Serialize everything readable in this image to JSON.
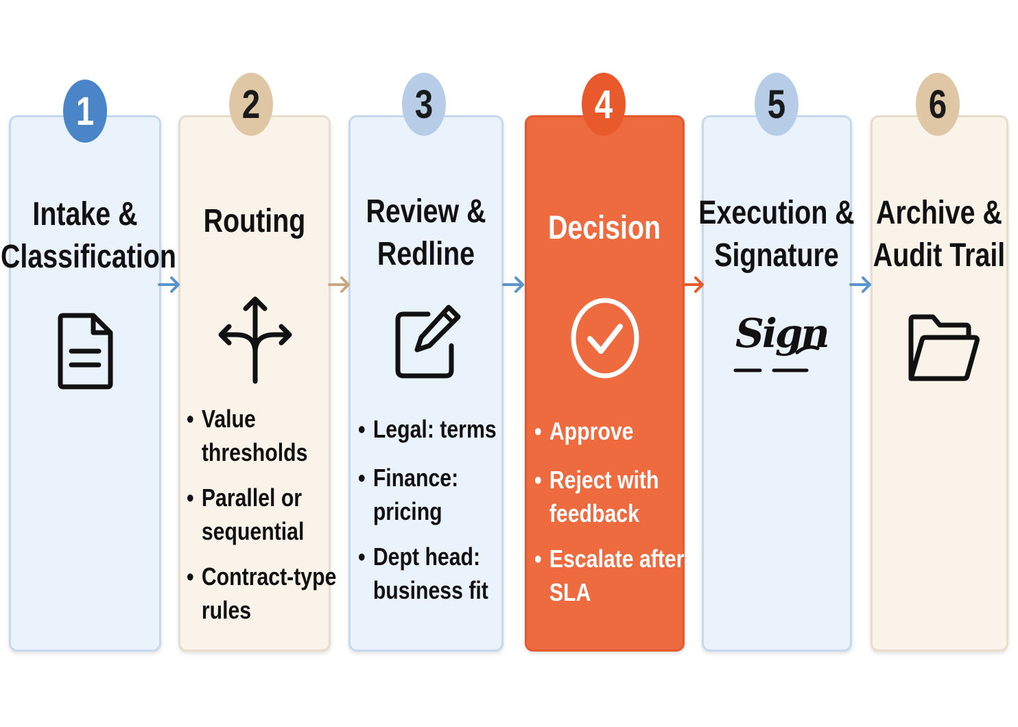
{
  "steps": [
    {
      "number": "1",
      "title_line1": "Intake &",
      "title_line2": "Classification",
      "icon": "document-icon",
      "bullets": []
    },
    {
      "number": "2",
      "title_line1": "Routing",
      "title_line2": "",
      "icon": "split-arrows-icon",
      "bullets": [
        {
          "line1": "Value",
          "line2": "thresholds"
        },
        {
          "line1": "Parallel or",
          "line2": "sequential"
        },
        {
          "line1": "Contract-type",
          "line2": "rules"
        }
      ]
    },
    {
      "number": "3",
      "title_line1": "Review &",
      "title_line2": "Redline",
      "icon": "edit-pencil-icon",
      "bullets": [
        {
          "line1": "Legal: terms",
          "line2": ""
        },
        {
          "line1": "Finance:",
          "line2": "pricing"
        },
        {
          "line1": "Dept head:",
          "line2": "business fit"
        }
      ]
    },
    {
      "number": "4",
      "title_line1": "Decision",
      "title_line2": "",
      "icon": "check-circle-icon",
      "bullets": [
        {
          "line1": "Approve",
          "line2": ""
        },
        {
          "line1": "Reject with",
          "line2": "feedback"
        },
        {
          "line1": "Escalate after",
          "line2": "SLA"
        }
      ]
    },
    {
      "number": "5",
      "title_line1": "Execution &",
      "title_line2": "Signature",
      "icon": "signature-icon",
      "icon_text": "Sign",
      "bullets": []
    },
    {
      "number": "6",
      "title_line1": "Archive &",
      "title_line2": "Audit Trail",
      "icon": "folder-icon",
      "bullets": []
    }
  ],
  "colors": {
    "blue_card": "#eaf2fc",
    "tan_card": "#f9f3ea",
    "highlight_card": "#ee6a3f",
    "blue_arrow": "#5b93cf",
    "tan_arrow": "#c9a77f",
    "orange_arrow": "#e85a2c"
  }
}
